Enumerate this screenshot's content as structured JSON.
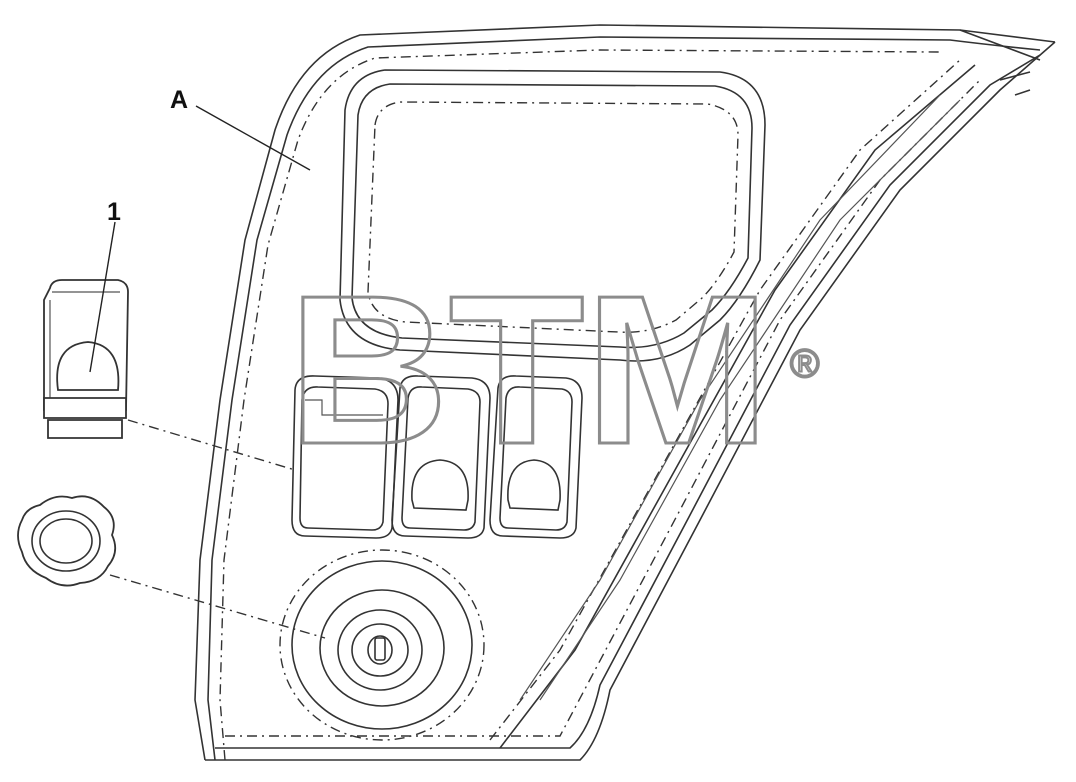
{
  "diagram": {
    "callouts": {
      "assembly_label": "A",
      "part_label": "1"
    },
    "watermark": {
      "text": "BTM",
      "registered_mark": "®"
    },
    "colors": {
      "line": "#333333",
      "watermark": "#8c8c8c",
      "background": "#ffffff"
    }
  }
}
